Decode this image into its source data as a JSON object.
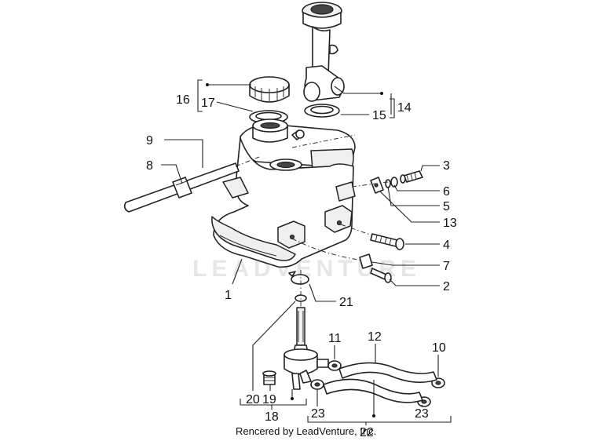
{
  "callouts": {
    "n1": "1",
    "n2": "2",
    "n3": "3",
    "n4": "4",
    "n5": "5",
    "n6": "6",
    "n7": "7",
    "n8": "8",
    "n9": "9",
    "n10": "10",
    "n11": "11",
    "n12": "12",
    "n13": "13",
    "n14": "14",
    "n15": "15",
    "n16": "16",
    "n17": "17",
    "n18": "18",
    "n19": "19",
    "n20": "20",
    "n21": "21",
    "n22": "22",
    "n23a": "23",
    "n23b": "23"
  },
  "watermark": "LEADVENTURE",
  "credit": "Rencered by LeadVenture, Inc."
}
